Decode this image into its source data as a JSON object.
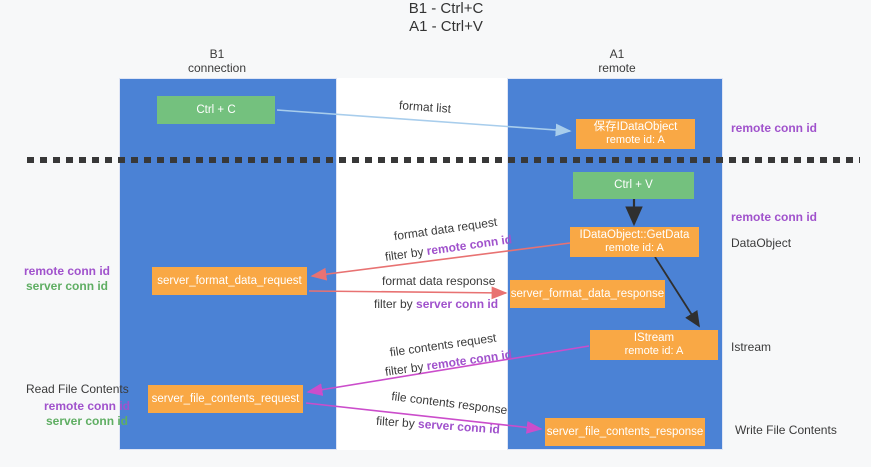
{
  "title": {
    "line1": "B1 - Ctrl+C",
    "line2": "A1 - Ctrl+V"
  },
  "lanes": {
    "left": {
      "header_line1": "B1",
      "header_line2": "connection"
    },
    "right": {
      "header_line1": "A1",
      "header_line2": "remote"
    }
  },
  "nodes": {
    "ctrl_c": "Ctrl + C",
    "ctrl_v": "Ctrl + V",
    "save_dataobject": {
      "line1": "保存IDataObject",
      "line2": "remote id: A"
    },
    "getdata": {
      "line1": "IDataObject::GetData",
      "line2": "remote id: A"
    },
    "istream": {
      "line1": "IStream",
      "line2": "remote id: A"
    },
    "format_request": "server_format_data_request",
    "format_response": "server_format_data_response",
    "file_request": "server_file_contents_request",
    "file_response": "server_file_contents_response"
  },
  "edges": {
    "format_list": {
      "label": "format list"
    },
    "format_data_request": {
      "label": "format data request",
      "filter_prefix": "filter by ",
      "filter_key": "remote conn id"
    },
    "format_data_response": {
      "label": "format data response",
      "filter_prefix": "filter by ",
      "filter_key": "server conn id"
    },
    "file_contents_request": {
      "label": "file contents request",
      "filter_prefix": "filter by ",
      "filter_key": "remote conn id"
    },
    "file_contents_response": {
      "label": "file contents response",
      "filter_prefix": "filter by ",
      "filter_key": "server conn id"
    }
  },
  "side_labels": {
    "left_top": {
      "remote": "remote conn id",
      "server": "server conn id"
    },
    "read_file": "Read File Contents",
    "left_bottom": {
      "remote": "remote conn id",
      "server": "server conn id"
    },
    "right_top_remote": "remote conn id",
    "right_mid_remote": "remote conn id",
    "right_dataobject": "DataObject",
    "right_istream": "Istream",
    "right_write_file": "Write File Contents"
  },
  "colors": {
    "lane_blue": "#4b82d5",
    "node_green": "#74c17e",
    "node_orange": "#f9a845",
    "arrow_light_blue": "#a8cdec",
    "arrow_salmon": "#e87272",
    "arrow_magenta": "#cb4dcb",
    "arrow_black": "#2f2f2f",
    "text_purple": "#a052cc",
    "text_green": "#5fae63",
    "dashed_divider": "#383838"
  }
}
